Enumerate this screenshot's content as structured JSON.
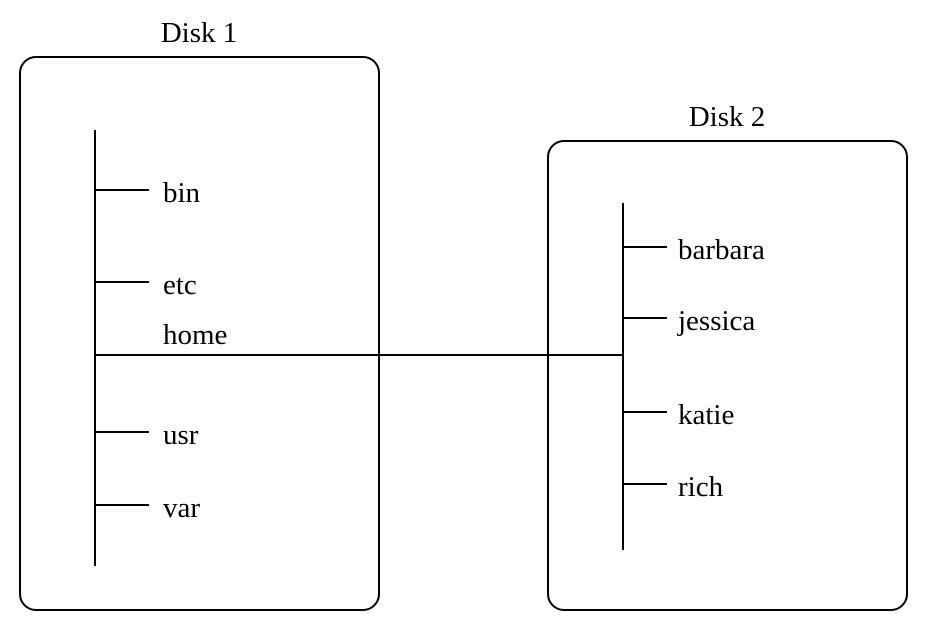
{
  "disk1": {
    "title": "Disk 1",
    "entries": [
      "bin",
      "etc",
      "home",
      "usr",
      "var"
    ]
  },
  "disk2": {
    "title": "Disk 2",
    "entries": [
      "barbara",
      "jessica",
      "katie",
      "rich"
    ]
  },
  "mount_point": "home"
}
